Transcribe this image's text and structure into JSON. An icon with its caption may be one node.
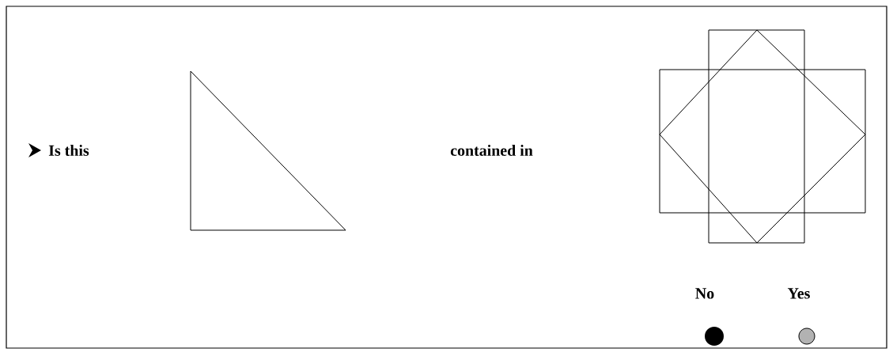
{
  "diagram": {
    "labels": [
      "Is this",
      "contained in",
      "No",
      "Yes"
    ]
  }
}
